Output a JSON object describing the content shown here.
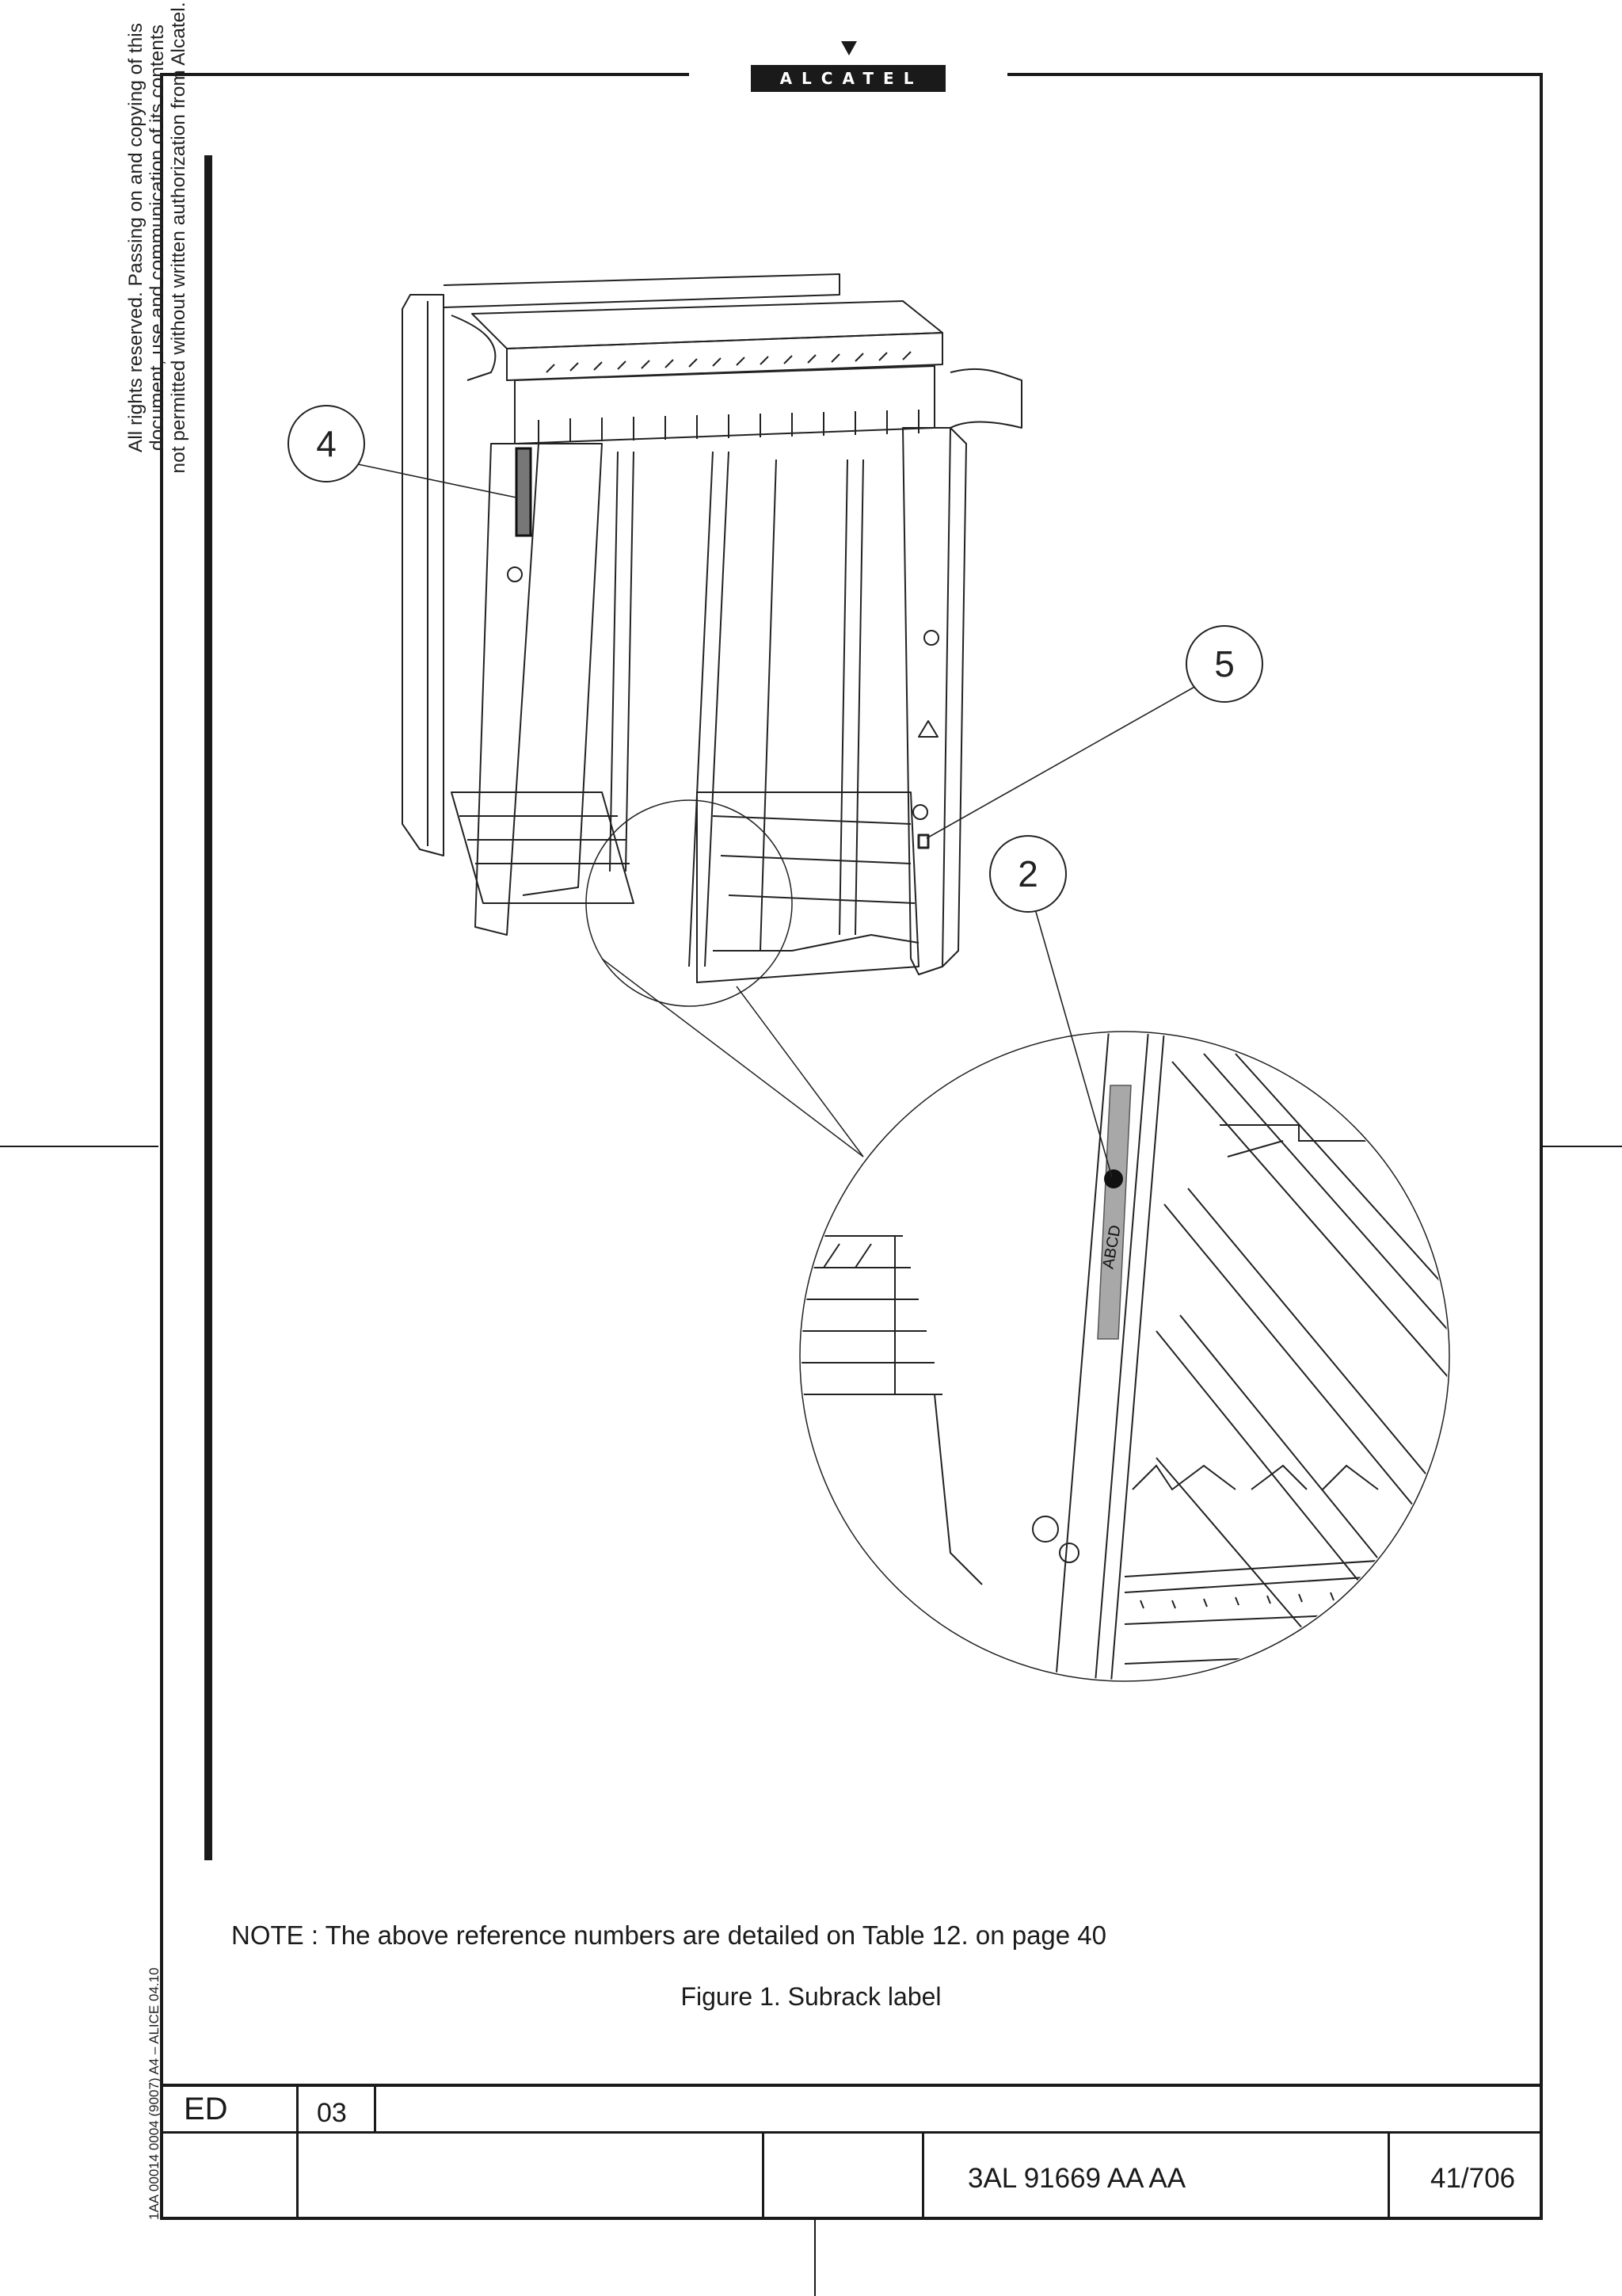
{
  "header": {
    "logo_text": "ALCATEL"
  },
  "side": {
    "rights_line1": "All rights reserved. Passing on and copying of this",
    "rights_line2": "document, use and communication of its contents",
    "rights_line3": "not permitted without written authorization from Alcatel.",
    "form_code": "1AA 00014 0004 (9007) A4 – ALICE 04.10"
  },
  "figure": {
    "callouts": [
      "4",
      "5",
      "2"
    ],
    "zoom_label": "ABCD"
  },
  "note": "NOTE : The above reference numbers are detailed on Table 12. on page 40",
  "caption": "Figure 1. Subrack label",
  "footer": {
    "ed_label": "ED",
    "ed_value": "03",
    "doc_ref": "3AL 91669 AA  AA",
    "page": "41/706"
  }
}
